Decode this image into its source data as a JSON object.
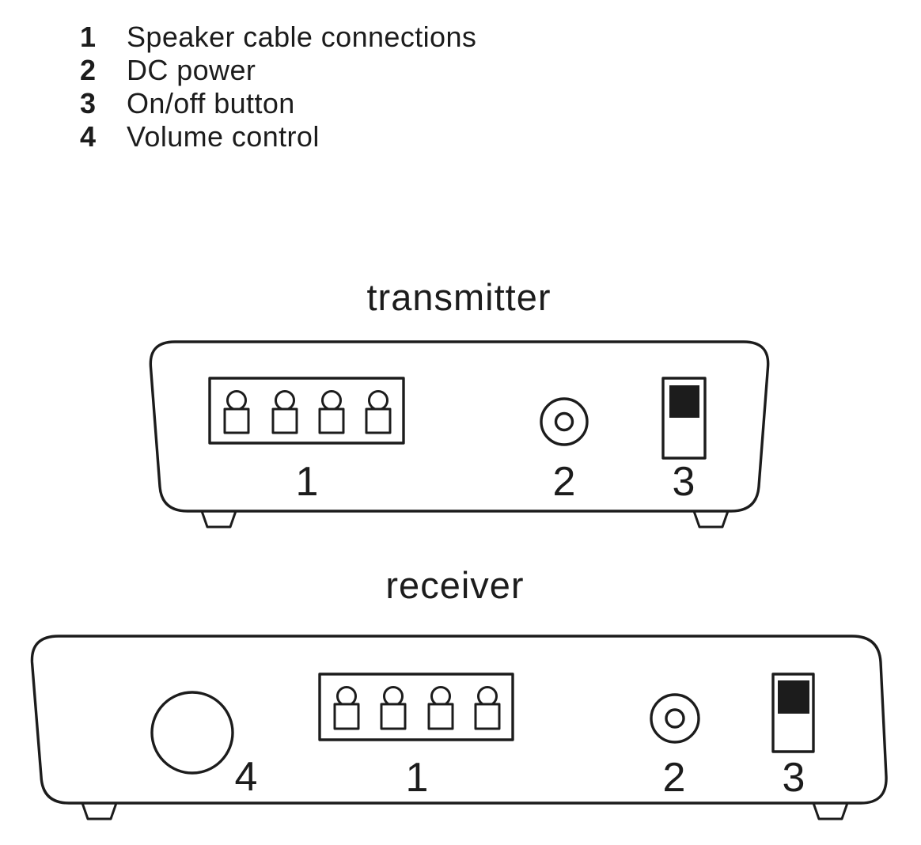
{
  "page": {
    "background": "#ffffff",
    "ink": "#1c1c1c",
    "switch_fill": "#1c1c1c"
  },
  "legend": {
    "items": [
      {
        "number": "1",
        "label": "Speaker cable connections"
      },
      {
        "number": "2",
        "label": "DC power"
      },
      {
        "number": "3",
        "label": "On/off button"
      },
      {
        "number": "4",
        "label": "Volume control"
      }
    ]
  },
  "devices": {
    "transmitter": {
      "title": "transmitter",
      "callouts": {
        "speaker_terminals": "1",
        "dc_power": "2",
        "on_off": "3"
      }
    },
    "receiver": {
      "title": "receiver",
      "callouts": {
        "volume": "4",
        "speaker_terminals": "1",
        "dc_power": "2",
        "on_off": "3"
      }
    }
  }
}
